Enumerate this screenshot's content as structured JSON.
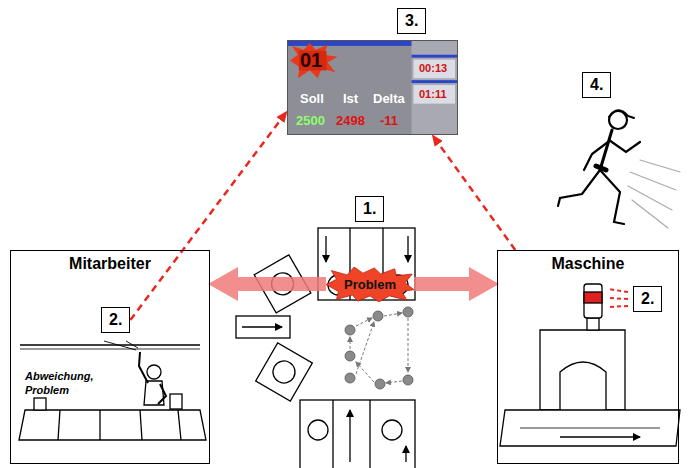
{
  "diagram": {
    "nodes": [
      {
        "text": [
          "3."
        ]
      },
      {
        "text": [
          "01",
          "Soll",
          "Ist",
          "Delta",
          "2500",
          "2498",
          "-11",
          "00:13",
          "01:11"
        ]
      },
      {
        "text": [
          "4."
        ]
      },
      {
        "text": [
          "1."
        ]
      },
      {
        "text": [
          "Problem"
        ]
      },
      {
        "text": [
          "Mitarbeiter",
          "Abweichung, Problem"
        ]
      },
      {
        "text": [
          "2."
        ],
        "in": 5
      },
      {
        "text": [
          "Maschine"
        ]
      },
      {
        "text": [
          "2."
        ],
        "in": 7
      }
    ],
    "edges": [
      {
        "from": 4,
        "to": 5,
        "arrow": "to"
      },
      {
        "from": 4,
        "to": 7,
        "arrow": "to"
      },
      {
        "from": 6,
        "to": 1,
        "arrow": "to"
      },
      {
        "from": 7,
        "to": 1,
        "arrow": "to"
      }
    ]
  }
}
